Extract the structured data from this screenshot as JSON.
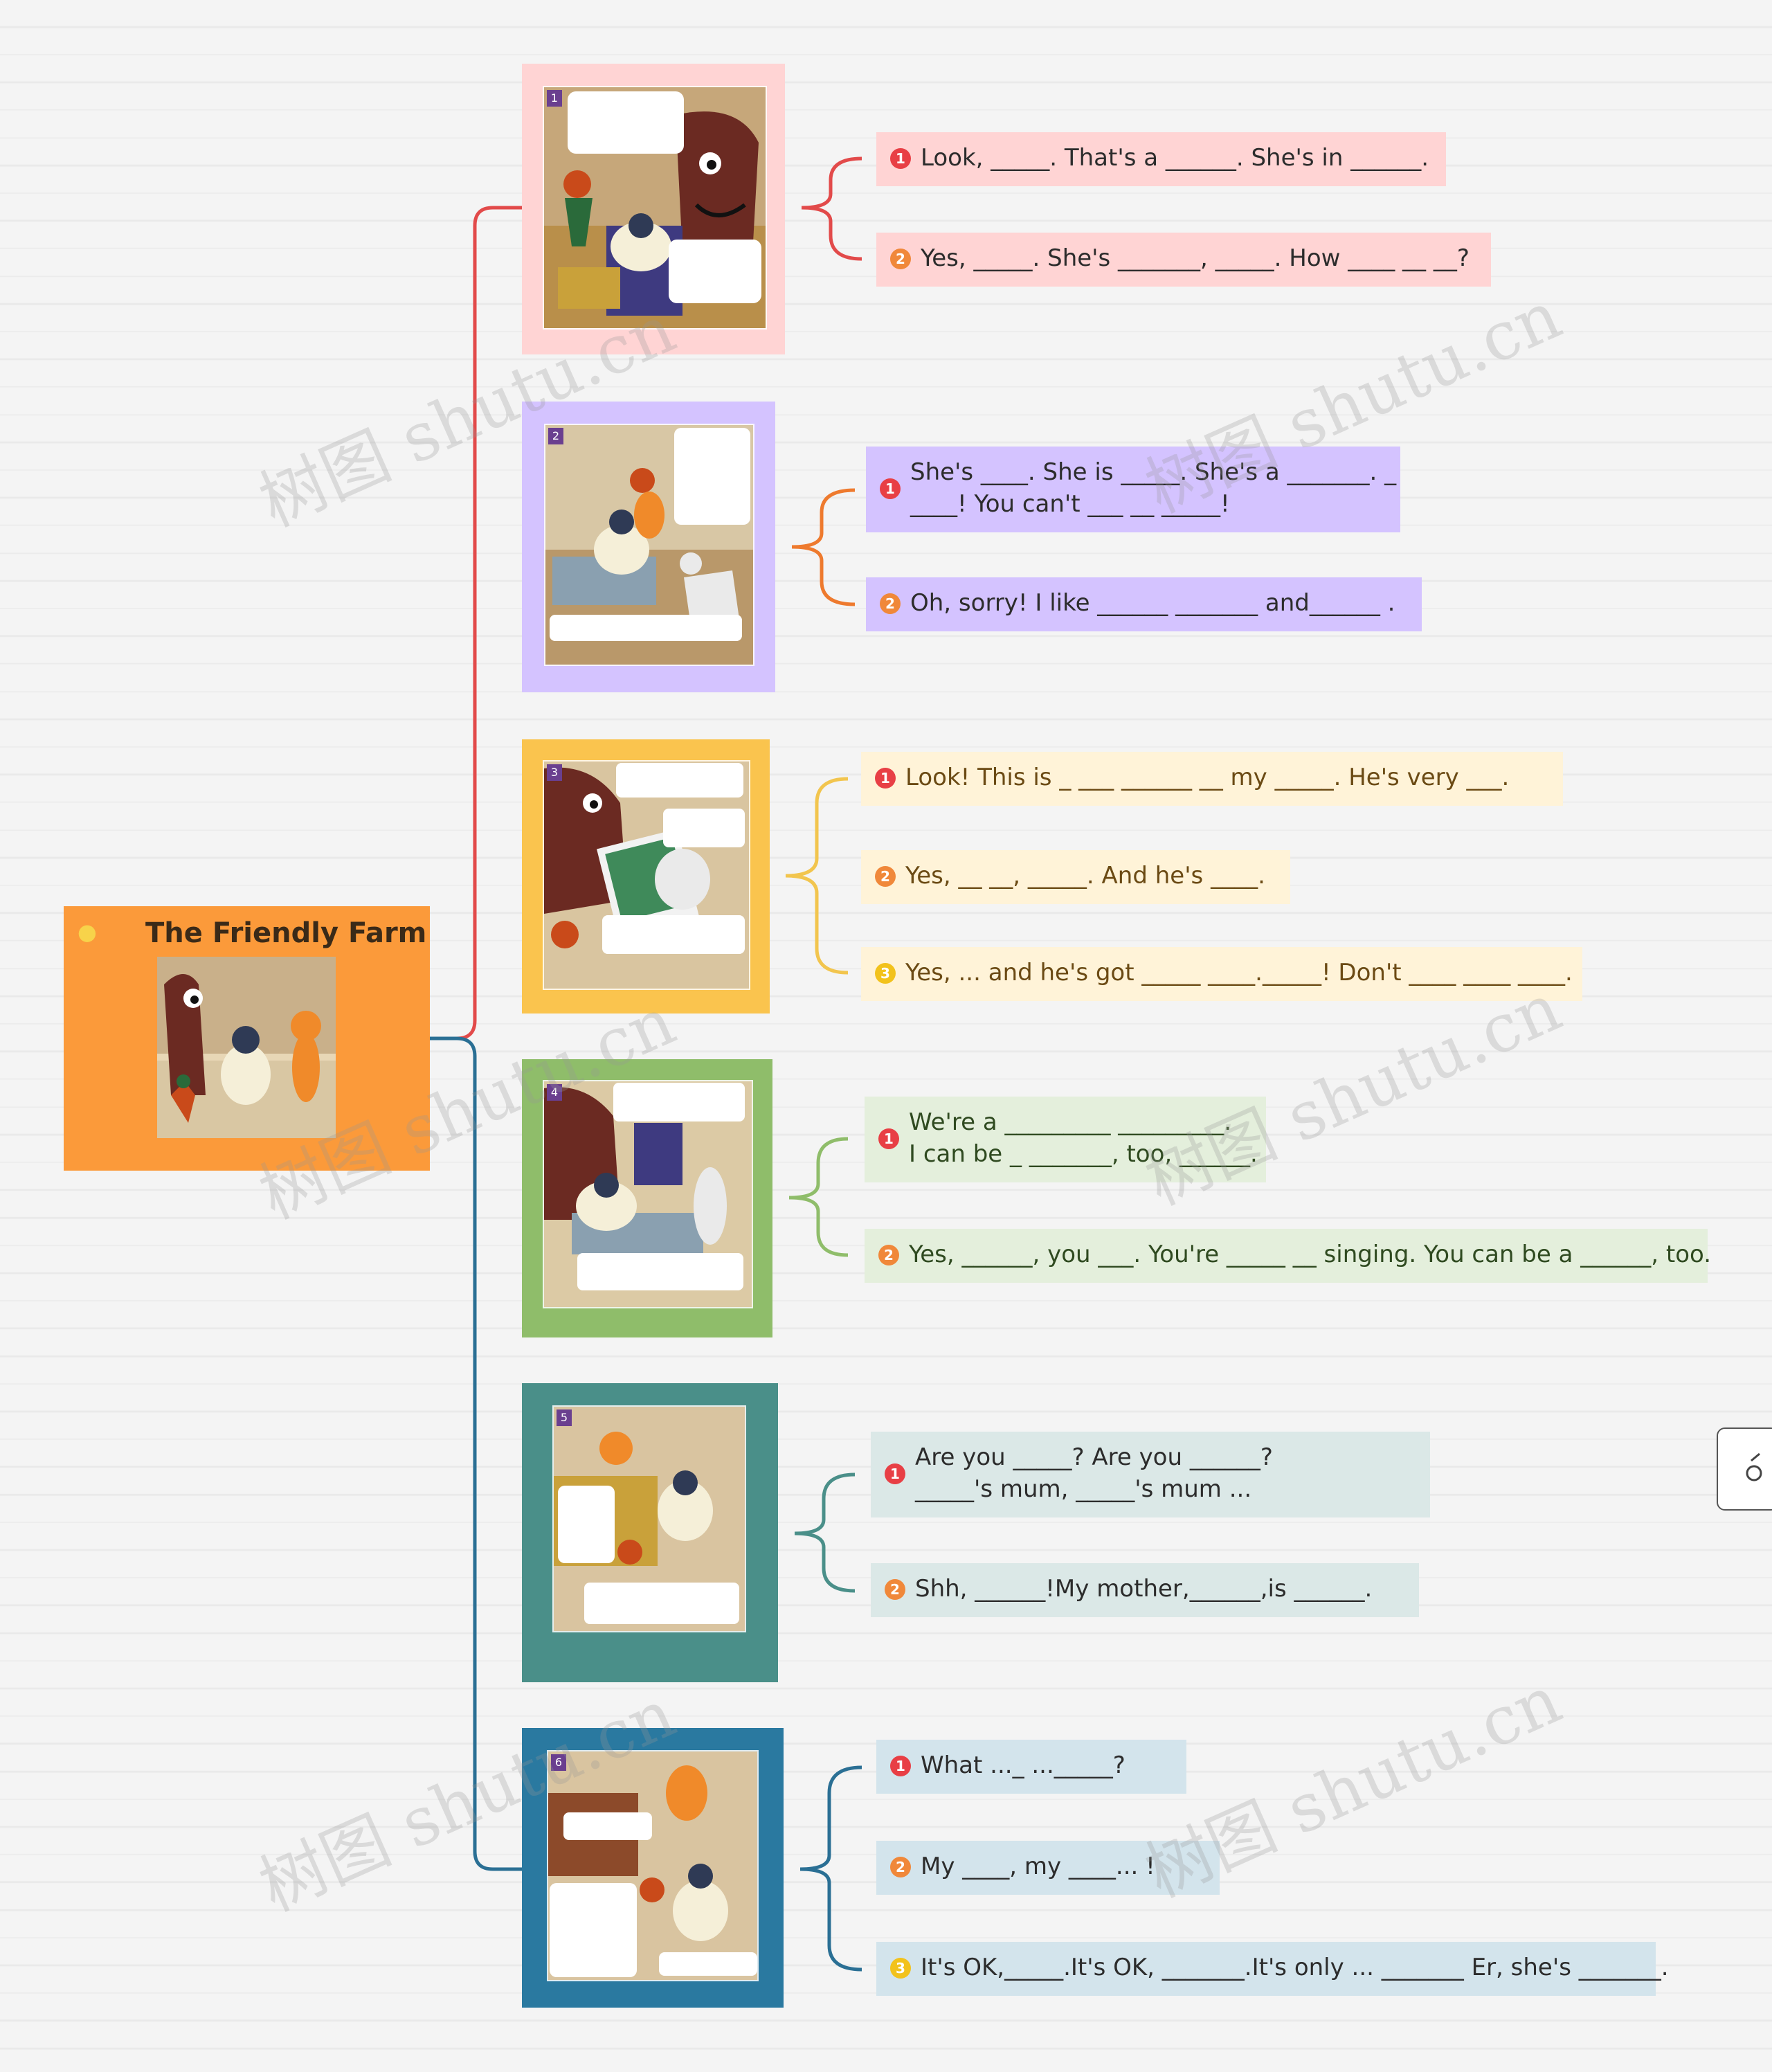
{
  "root": {
    "title": "The Friendly Farm",
    "icon": "lightbulb-icon",
    "color": "#fb9a3a"
  },
  "scenes": [
    {
      "number": "1",
      "card_color": "#ffd4d4",
      "line_color": "#e24a4a",
      "sentence_color": "#ffd4d4",
      "sentences": [
        {
          "badge": "1",
          "lines": [
            "Look, _____. That's a ______. She's in ______."
          ]
        },
        {
          "badge": "2",
          "lines": [
            "Yes, _____. She's _______, _____. How ____ __ __?"
          ]
        }
      ]
    },
    {
      "number": "2",
      "card_color": "#d4c3ff",
      "line_color": "#ee7a2e",
      "sentence_color": "#d4c3ff",
      "sentences": [
        {
          "badge": "1",
          "lines": [
            "She's ____. She is _____. She's a _______. _",
            "____! You can't ___ __ _____!"
          ]
        },
        {
          "badge": "2",
          "lines": [
            "Oh, sorry! I like ______ _______ and______ ."
          ]
        }
      ]
    },
    {
      "number": "3",
      "card_color": "#fac44e",
      "line_color": "#f2c54e",
      "sentence_color": "#fff3d8",
      "sentences": [
        {
          "badge": "1",
          "lines": [
            "Look! This is _ ___ ______ __ my _____. He's very ___."
          ]
        },
        {
          "badge": "2",
          "lines": [
            "Yes, __ __, _____. And he's ____."
          ]
        },
        {
          "badge": "3",
          "lines": [
            "Yes, ... and he's got _____ ____._____! Don't ____ ____ ____."
          ]
        }
      ]
    },
    {
      "number": "4",
      "card_color": "#8fbd6a",
      "line_color": "#8fbd6a",
      "sentence_color": "#e4efdc",
      "sentences": [
        {
          "badge": "1",
          "lines": [
            "We're a _________ _________.",
            "I can be _ _______, too, ______."
          ]
        },
        {
          "badge": "2",
          "lines": [
            "Yes, ______, you ___. You're _____ __ singing. You can be a ______, too."
          ]
        }
      ]
    },
    {
      "number": "5",
      "card_color": "#4a8f89",
      "line_color": "#4a8f89",
      "sentence_color": "#dbe8e7",
      "sentences": [
        {
          "badge": "1",
          "lines": [
            "Are you _____? Are you ______?",
            "_____'s mum, _____'s mum ..."
          ]
        },
        {
          "badge": "2",
          "lines": [
            "Shh, ______!My mother,______,is ______."
          ]
        }
      ]
    },
    {
      "number": "6",
      "card_color": "#2a79a0",
      "line_color": "#2a79a0",
      "sentence_color": "#d3e4ec",
      "sentences": [
        {
          "badge": "1",
          "lines": [
            "What ..._ ..._____?"
          ]
        },
        {
          "badge": "2",
          "lines": [
            "My ____, my ____... !"
          ]
        },
        {
          "badge": "3",
          "lines": [
            "It's OK,_____.It's OK, _______.It's only ... _______ Er, she's _______."
          ]
        }
      ]
    }
  ],
  "watermark": "树图 shutu.cn"
}
